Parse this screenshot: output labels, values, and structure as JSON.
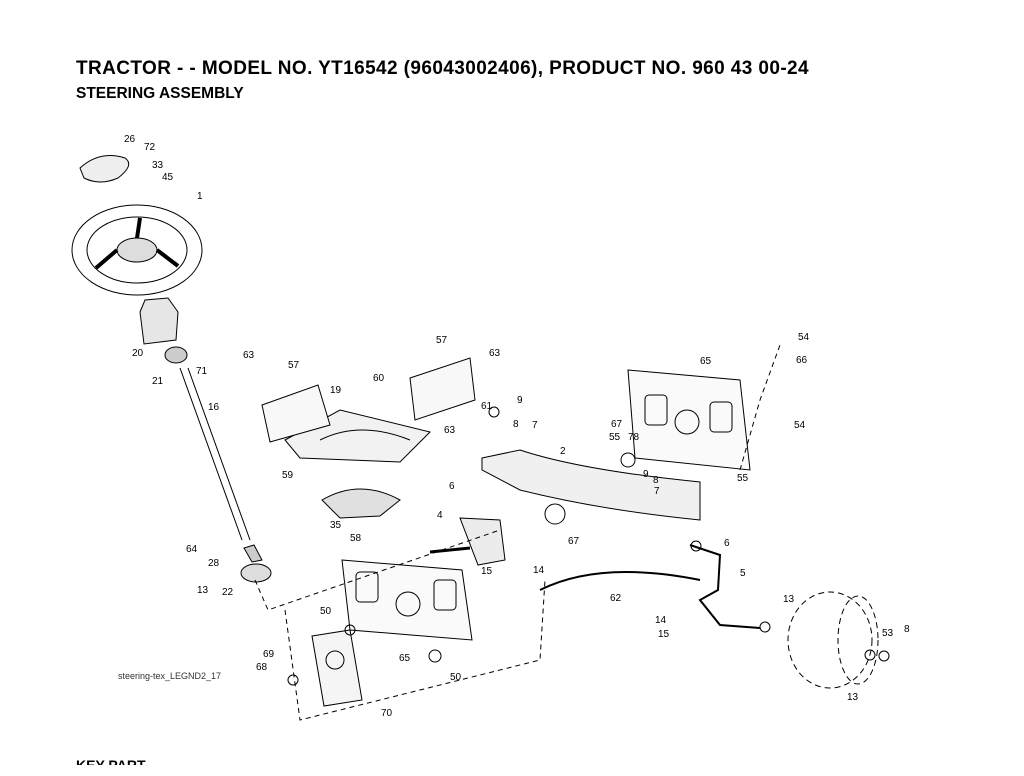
{
  "header": {
    "title": "TRACTOR - - MODEL NO. YT16542 (96043002406), PRODUCT NO. 960 43 00-24",
    "subtitle": "STEERING ASSEMBLY"
  },
  "diagram": {
    "legend_code": "steering-tex_LEGND2_17",
    "footer_partial": "KEY PART",
    "callouts": [
      "26",
      "72",
      "33",
      "45",
      "1",
      "20",
      "21",
      "71",
      "16",
      "64",
      "28",
      "13",
      "22",
      "63",
      "57",
      "19",
      "60",
      "57",
      "63",
      "59",
      "35",
      "58",
      "63",
      "61",
      "9",
      "8",
      "7",
      "2",
      "65",
      "54",
      "66",
      "54",
      "55",
      "78",
      "67",
      "9",
      "8",
      "7",
      "55",
      "6",
      "4",
      "67",
      "6",
      "5",
      "15",
      "14",
      "62",
      "14",
      "15",
      "13",
      "53",
      "8",
      "13",
      "50",
      "65",
      "69",
      "68",
      "50",
      "70"
    ]
  }
}
